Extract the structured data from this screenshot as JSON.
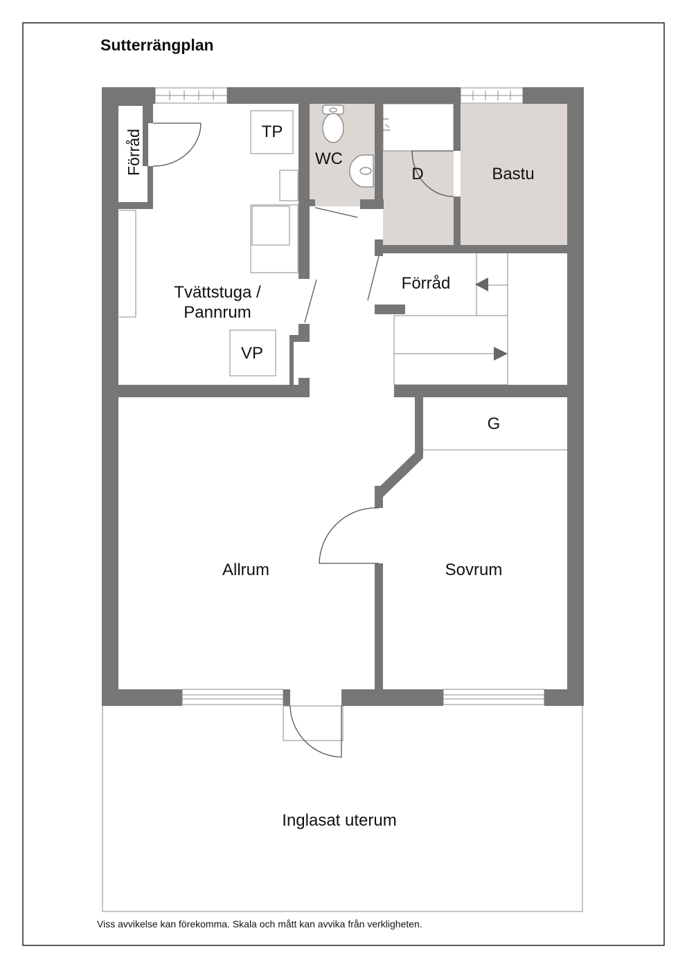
{
  "plan": {
    "title": "Sutterrängplan",
    "disclaimer": "Viss avvikelse kan förekomma. Skala och mått kan avvika från verkligheten.",
    "rooms": {
      "forrad_left": "Förråd",
      "tp": "TP",
      "wc": "WC",
      "d": "D",
      "bastu": "Bastu",
      "tvattstuga_line1": "Tvättstuga /",
      "tvattstuga_line2": "Pannrum",
      "forrad_mid": "Förråd",
      "vp": "VP",
      "g": "G",
      "allrum": "Allrum",
      "sovrum": "Sovrum",
      "uterum": "Inglasat uterum"
    },
    "colors": {
      "wall": "#767676",
      "wet_room_floor": "#dcd7d3",
      "line": "#888888",
      "text": "#111111"
    }
  }
}
